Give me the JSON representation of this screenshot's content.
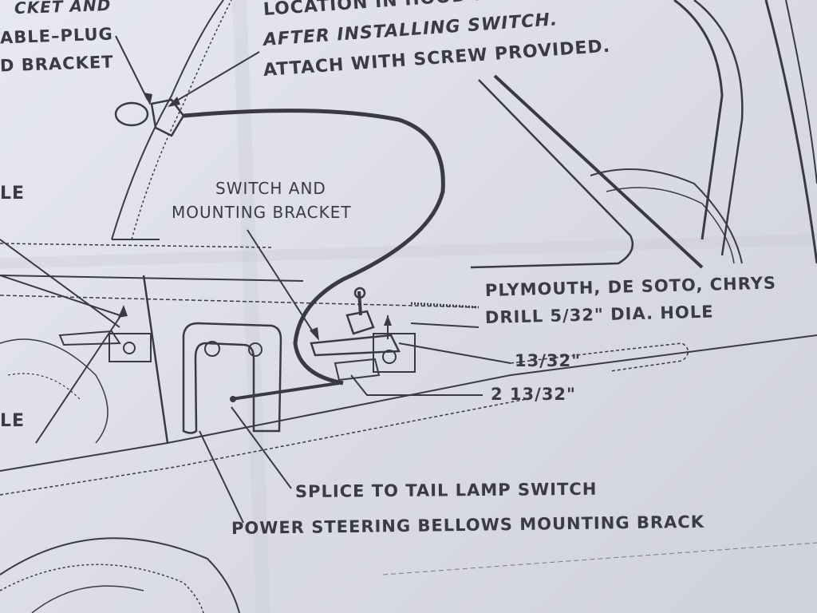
{
  "theme": {
    "ink": "#3a3a45",
    "paper": "#e3e4ec",
    "shadow": "#b9bbc8"
  },
  "labels": {
    "top_left_1": "CKET AND",
    "top_left_2": "ABLE–PLUG",
    "top_left_3": "D BRACKET",
    "top_center_1": "LOCATION IN HOOD BRA",
    "top_center_2": "AFTER INSTALLING SWITCH.",
    "top_center_3": "ATTACH WITH SCREW PROVIDED.",
    "left_partial_1": "LE",
    "left_partial_2": "LE",
    "switch_bracket_1": "SWITCH AND",
    "switch_bracket_2": "MOUNTING BRACKET",
    "plymouth": "PLYMOUTH, DE SOTO, CHRYS",
    "drill": "DRILL 5/32\" DIA. HOLE",
    "dim_1": "13/32\"",
    "dim_2": "2 13/32\"",
    "splice": "SPLICE TO TAIL LAMP SWITCH",
    "bellows": "POWER STEERING BELLOWS MOUNTING BRACK"
  }
}
